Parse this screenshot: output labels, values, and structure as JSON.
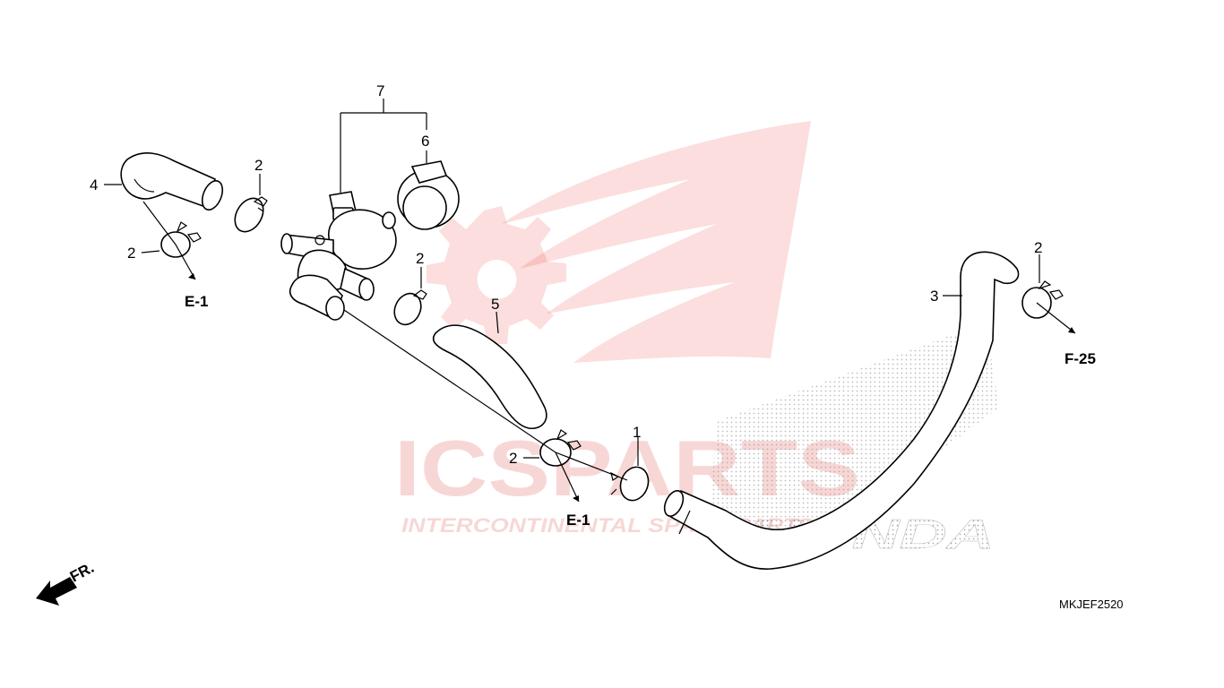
{
  "diagram": {
    "callouts": {
      "c1": "1",
      "c2a": "2",
      "c2b": "2",
      "c2c": "2",
      "c2d": "2",
      "c2e": "2",
      "c3": "3",
      "c4": "4",
      "c5": "5",
      "c6": "6",
      "c7": "7"
    },
    "refs": {
      "e1_left": "E-1",
      "e1_bottom": "E-1",
      "f25": "F-25"
    },
    "front_label": "FR.",
    "drawing_code": "MKJEF2520"
  },
  "watermark": {
    "brand": "ICSPARTS",
    "tagline": "INTERCONTINENTAL SPARE PARTS",
    "maker": "HONDA",
    "color": "#e8302a"
  }
}
